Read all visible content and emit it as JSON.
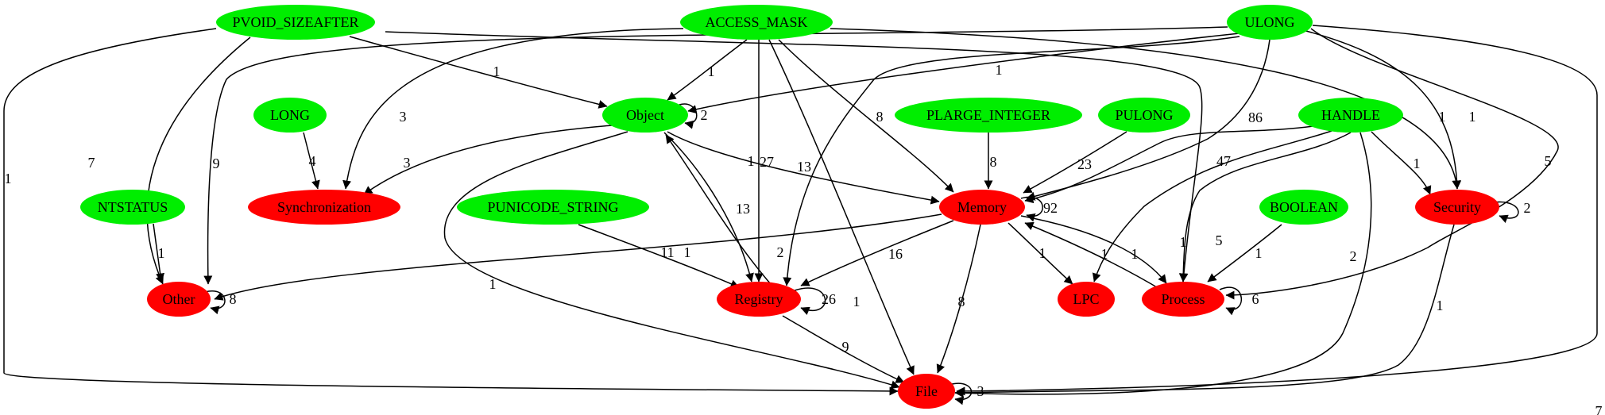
{
  "colors": {
    "type_node": "#00ee00",
    "category_node": "#ff0000",
    "edge": "#000000",
    "background": "#ffffff"
  },
  "nodes": {
    "pvoid_sizeafter": {
      "label": "PVOID_SIZEAFTER",
      "kind": "type"
    },
    "access_mask": {
      "label": "ACCESS_MASK",
      "kind": "type"
    },
    "ulong": {
      "label": "ULONG",
      "kind": "type"
    },
    "long": {
      "label": "LONG",
      "kind": "type"
    },
    "object": {
      "label": "Object",
      "kind": "type"
    },
    "plarge_integer": {
      "label": "PLARGE_INTEGER",
      "kind": "type"
    },
    "pulong": {
      "label": "PULONG",
      "kind": "type"
    },
    "handle": {
      "label": "HANDLE",
      "kind": "type"
    },
    "ntstatus": {
      "label": "NTSTATUS",
      "kind": "type"
    },
    "punicode_string": {
      "label": "PUNICODE_STRING",
      "kind": "type"
    },
    "boolean": {
      "label": "BOOLEAN",
      "kind": "type"
    },
    "synchronization": {
      "label": "Synchronization",
      "kind": "category"
    },
    "memory": {
      "label": "Memory",
      "kind": "category"
    },
    "security": {
      "label": "Security",
      "kind": "category"
    },
    "other": {
      "label": "Other",
      "kind": "category"
    },
    "registry": {
      "label": "Registry",
      "kind": "category"
    },
    "lpc": {
      "label": "LPC",
      "kind": "category"
    },
    "process": {
      "label": "Process",
      "kind": "category"
    },
    "file": {
      "label": "File",
      "kind": "category"
    }
  },
  "edges": [
    {
      "from": "pvoid_sizeafter",
      "to": "object",
      "label": "1"
    },
    {
      "from": "pvoid_sizeafter",
      "to": "other",
      "label": "7"
    },
    {
      "from": "pvoid_sizeafter",
      "to": "file",
      "label": "1"
    },
    {
      "from": "pvoid_sizeafter",
      "to": "process",
      "label": ""
    },
    {
      "from": "access_mask",
      "to": "object",
      "label": "1"
    },
    {
      "from": "access_mask",
      "to": "synchronization",
      "label": "3"
    },
    {
      "from": "access_mask",
      "to": "registry",
      "label": "27"
    },
    {
      "from": "access_mask",
      "to": "memory",
      "label": "8"
    },
    {
      "from": "access_mask",
      "to": "file",
      "label": "1"
    },
    {
      "from": "access_mask",
      "to": "security",
      "label": "1"
    },
    {
      "from": "ulong",
      "to": "object",
      "label": "1"
    },
    {
      "from": "ulong",
      "to": "other",
      "label": "9"
    },
    {
      "from": "ulong",
      "to": "registry",
      "label": "13"
    },
    {
      "from": "ulong",
      "to": "memory",
      "label": "86"
    },
    {
      "from": "ulong",
      "to": "security",
      "label": "1"
    },
    {
      "from": "ulong",
      "to": "process",
      "label": "5"
    },
    {
      "from": "ulong",
      "to": "file",
      "label": "7"
    },
    {
      "from": "long",
      "to": "synchronization",
      "label": "4"
    },
    {
      "from": "object",
      "to": "object",
      "label": "2"
    },
    {
      "from": "object",
      "to": "synchronization",
      "label": "3"
    },
    {
      "from": "object",
      "to": "memory",
      "label": "1"
    },
    {
      "from": "object",
      "to": "registry",
      "label": "13"
    },
    {
      "from": "object",
      "to": "file",
      "label": "1"
    },
    {
      "from": "plarge_integer",
      "to": "memory",
      "label": "8"
    },
    {
      "from": "pulong",
      "to": "memory",
      "label": "23"
    },
    {
      "from": "handle",
      "to": "memory",
      "label": "47"
    },
    {
      "from": "handle",
      "to": "security",
      "label": "1"
    },
    {
      "from": "handle",
      "to": "lpc",
      "label": "1"
    },
    {
      "from": "handle",
      "to": "process",
      "label": "5"
    },
    {
      "from": "handle",
      "to": "file",
      "label": "2"
    },
    {
      "from": "ntstatus",
      "to": "other",
      "label": "1"
    },
    {
      "from": "punicode_string",
      "to": "registry",
      "label": "11"
    },
    {
      "from": "boolean",
      "to": "process",
      "label": "1"
    },
    {
      "from": "memory",
      "to": "memory",
      "label": "92"
    },
    {
      "from": "memory",
      "to": "other",
      "label": "2"
    },
    {
      "from": "memory",
      "to": "registry",
      "label": "16"
    },
    {
      "from": "memory",
      "to": "lpc",
      "label": "1"
    },
    {
      "from": "memory",
      "to": "process",
      "label": "1"
    },
    {
      "from": "memory",
      "to": "file",
      "label": "8"
    },
    {
      "from": "process",
      "to": "memory",
      "label": "1"
    },
    {
      "from": "process",
      "to": "process",
      "label": "6"
    },
    {
      "from": "registry",
      "to": "object",
      "label": "1"
    },
    {
      "from": "registry",
      "to": "registry",
      "label": "26"
    },
    {
      "from": "registry",
      "to": "file",
      "label": "9"
    },
    {
      "from": "security",
      "to": "security",
      "label": "2"
    },
    {
      "from": "security",
      "to": "file",
      "label": "1"
    },
    {
      "from": "other",
      "to": "other",
      "label": "8"
    },
    {
      "from": "file",
      "to": "file",
      "label": "3"
    }
  ]
}
